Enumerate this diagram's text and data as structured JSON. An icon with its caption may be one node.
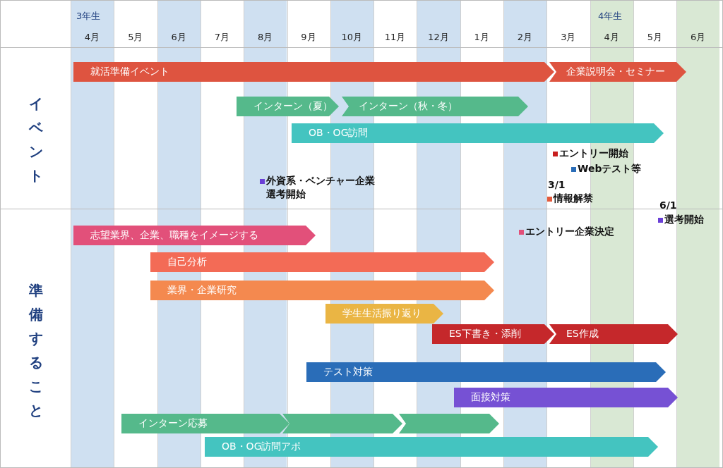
{
  "diagram": {
    "nodes": [
      {
        "text": [
          "就活準備イベント"
        ]
      },
      {
        "text": [
          "企業説明会・セミナー"
        ]
      },
      {
        "text": [
          "インターン（夏）"
        ]
      },
      {
        "text": [
          "インターン（秋・冬）"
        ]
      },
      {
        "text": [
          "OB・OG訪問"
        ]
      },
      {
        "text": [
          "志望業界、企業、職種をイメージする"
        ]
      },
      {
        "text": [
          "自己分析"
        ]
      },
      {
        "text": [
          "業界・企業研究"
        ]
      },
      {
        "text": [
          "学生生活振り返り"
        ]
      },
      {
        "text": [
          "ES下書き・添削"
        ]
      },
      {
        "text": [
          "ES作成"
        ]
      },
      {
        "text": [
          "テスト対策"
        ]
      },
      {
        "text": [
          "面接対策"
        ]
      },
      {
        "text": [
          "インターン応募"
        ]
      },
      {
        "text": [],
        "shape": "bar"
      },
      {
        "text": [],
        "shape": "bar"
      },
      {
        "text": [
          "OB・OG訪問アポ"
        ]
      }
    ],
    "edges": [],
    "labels": [
      "3年生",
      "4年生",
      "4月",
      "5月",
      "6月",
      "7月",
      "8月",
      "9月",
      "10月",
      "11月",
      "12月",
      "1月",
      "2月",
      "3月",
      "4月",
      "5月",
      "6月",
      "イベント",
      "エントリー開始",
      "Webテスト等",
      "外資系・ベンチャー企業選考開始",
      "3/1",
      "情報解禁",
      "6/1",
      "選考開始",
      "準備すること",
      "エントリー企業決定"
    ]
  }
}
